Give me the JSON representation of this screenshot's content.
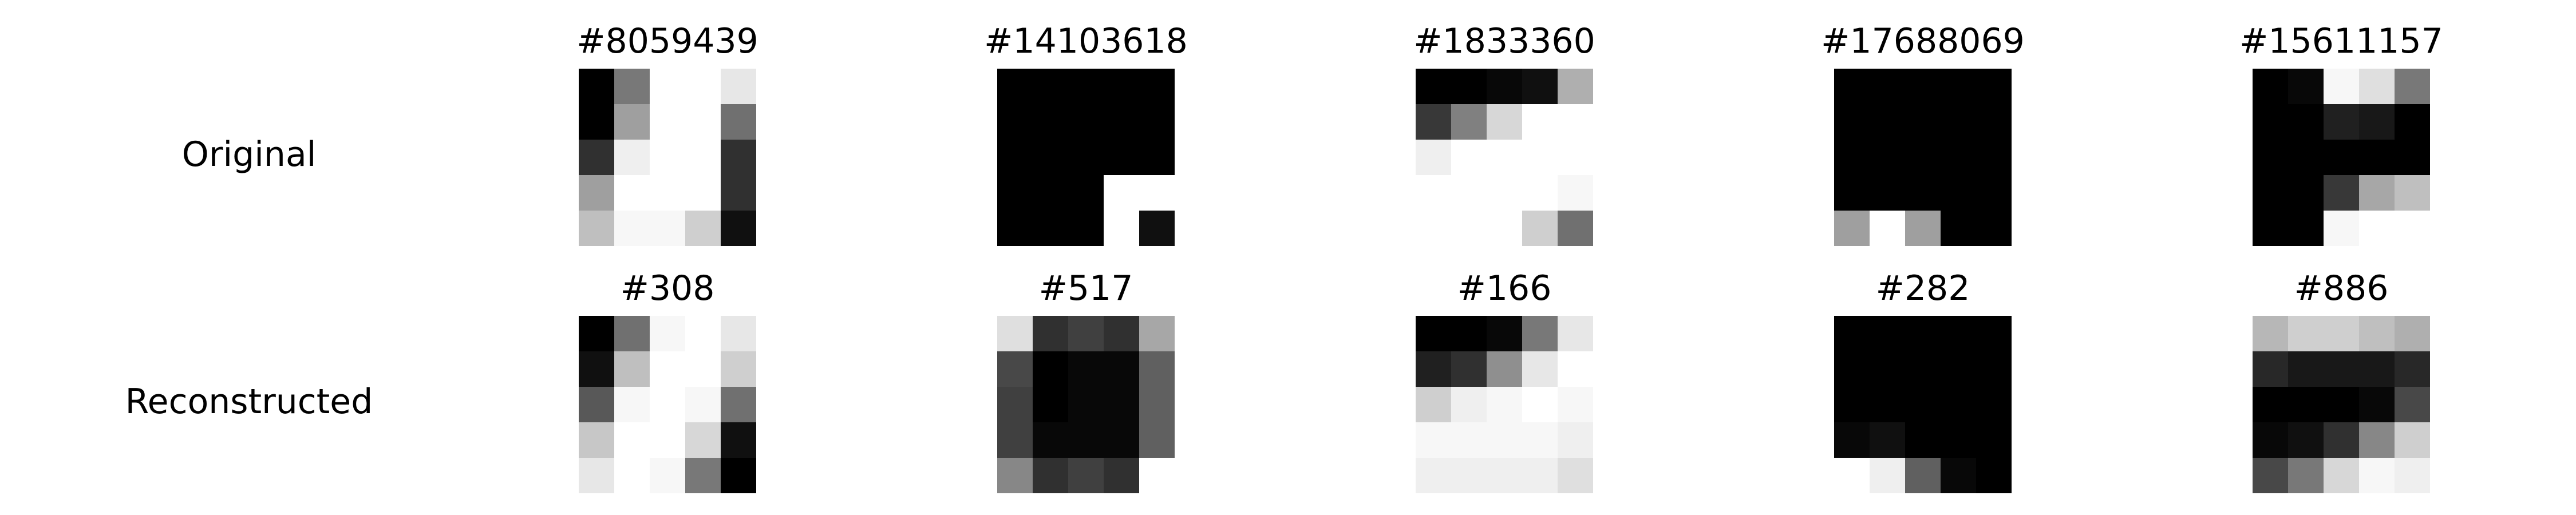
{
  "chart_data": {
    "type": "heatmap",
    "colormap": "gray_r",
    "value_range": [
      0,
      16
    ],
    "grid": false,
    "axes": "off",
    "rows": [
      {
        "label": "Original",
        "panels": [
          {
            "title": "#8059439",
            "grid": [
              [
                16,
                8.5,
                0,
                0,
                1.5
              ],
              [
                16,
                6,
                0,
                0,
                9
              ],
              [
                13,
                1,
                0,
                0,
                13
              ],
              [
                6,
                0,
                0,
                0,
                13
              ],
              [
                4,
                0.5,
                0.5,
                3,
                15
              ]
            ]
          },
          {
            "title": "#14103618",
            "grid": [
              [
                16,
                16,
                16,
                16,
                16
              ],
              [
                16,
                16,
                16,
                16,
                16
              ],
              [
                16,
                16,
                16,
                16,
                16
              ],
              [
                16,
                16,
                16,
                0,
                0
              ],
              [
                16,
                16,
                16,
                0,
                15
              ]
            ]
          },
          {
            "title": "#1833360",
            "grid": [
              [
                16,
                16,
                15.5,
                15,
                5
              ],
              [
                12.5,
                8,
                2.5,
                0,
                0
              ],
              [
                1,
                0,
                0,
                0,
                0
              ],
              [
                0,
                0,
                0,
                0,
                0.5
              ],
              [
                0,
                0,
                0,
                3,
                9
              ]
            ]
          },
          {
            "title": "#17688069",
            "grid": [
              [
                16,
                16,
                16,
                16,
                16
              ],
              [
                16,
                16,
                16,
                16,
                16
              ],
              [
                16,
                16,
                16,
                16,
                16
              ],
              [
                16,
                16,
                16,
                16,
                16
              ],
              [
                6,
                0,
                6,
                16,
                16
              ]
            ]
          },
          {
            "title": "#15611157",
            "grid": [
              [
                16,
                15.5,
                0.5,
                2,
                8.5
              ],
              [
                16,
                16,
                14,
                14.5,
                16
              ],
              [
                16,
                16,
                16,
                16,
                16
              ],
              [
                16,
                16,
                12.5,
                5.5,
                4
              ],
              [
                16,
                16,
                0.5,
                0,
                0
              ]
            ]
          }
        ]
      },
      {
        "label": "Reconstructed",
        "panels": [
          {
            "title": "#308",
            "grid": [
              [
                16,
                9,
                0.5,
                0,
                1.5
              ],
              [
                15,
                4,
                0,
                0,
                3
              ],
              [
                10.5,
                0.5,
                0,
                0.5,
                9
              ],
              [
                3.5,
                0,
                0,
                2.5,
                15
              ],
              [
                1.5,
                0,
                0.5,
                8.5,
                16
              ]
            ]
          },
          {
            "title": "#517",
            "grid": [
              [
                2,
                13,
                12,
                13,
                5.5
              ],
              [
                11.5,
                16,
                15.5,
                15.5,
                10
              ],
              [
                12,
                16,
                15.5,
                15.5,
                10
              ],
              [
                12,
                15.5,
                15.5,
                15.5,
                10
              ],
              [
                7.5,
                13,
                12,
                13,
                0
              ]
            ]
          },
          {
            "title": "#166",
            "grid": [
              [
                16,
                16,
                15.5,
                8.5,
                1.5
              ],
              [
                14,
                13,
                7,
                1.5,
                0
              ],
              [
                3,
                1,
                0.5,
                0,
                0.5
              ],
              [
                0.5,
                0.5,
                0.5,
                0.5,
                1
              ],
              [
                1,
                1,
                1,
                1,
                2
              ]
            ]
          },
          {
            "title": "#282",
            "grid": [
              [
                16,
                16,
                16,
                16,
                16
              ],
              [
                16,
                16,
                16,
                16,
                16
              ],
              [
                16,
                16,
                16,
                16,
                16
              ],
              [
                15.5,
                15,
                16,
                16,
                16
              ],
              [
                0,
                1,
                10,
                15.5,
                16
              ]
            ]
          },
          {
            "title": "#886",
            "grid": [
              [
                4.5,
                3,
                3,
                4,
                5
              ],
              [
                13.5,
                14.5,
                14.5,
                14.5,
                13.5
              ],
              [
                16,
                16,
                16,
                15.5,
                11.5
              ],
              [
                15.5,
                15,
                13,
                7.5,
                3
              ],
              [
                11.5,
                8.5,
                2.5,
                0.5,
                1
              ]
            ]
          }
        ]
      }
    ]
  }
}
